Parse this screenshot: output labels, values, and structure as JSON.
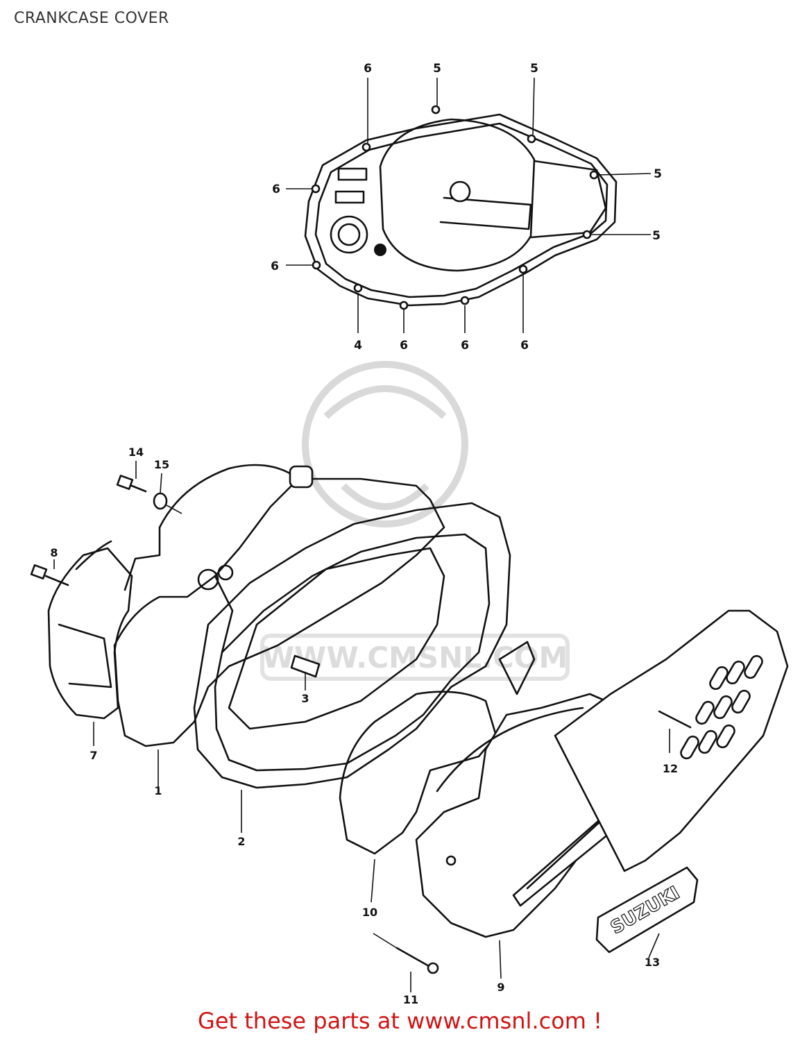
{
  "page": {
    "title": "CRANKCASE COVER",
    "footer": "Get these parts at www.cmsnl.com !"
  },
  "watermark": {
    "text": "WWW.CMSNL.COM",
    "colors": {
      "watermark": "#d9d9d9"
    }
  },
  "colors": {
    "footer": "#d01414",
    "lines": "#111111",
    "title": "#333333"
  },
  "labels": {
    "top_a": "6",
    "top_b": "5",
    "top_c": "5",
    "right_a": "5",
    "right_b": "5",
    "left_a": "6",
    "left_b": "6",
    "bottom_a": "4",
    "bottom_b": "6",
    "bottom_c": "6",
    "bottom_d": "6",
    "p14": "14",
    "p15": "15",
    "p8": "8",
    "p7": "7",
    "p1": "1",
    "p2": "2",
    "p3": "3",
    "p12": "12",
    "p10": "10",
    "p9": "9",
    "p11": "11",
    "p13": "13"
  },
  "badge": "SUZUKI"
}
